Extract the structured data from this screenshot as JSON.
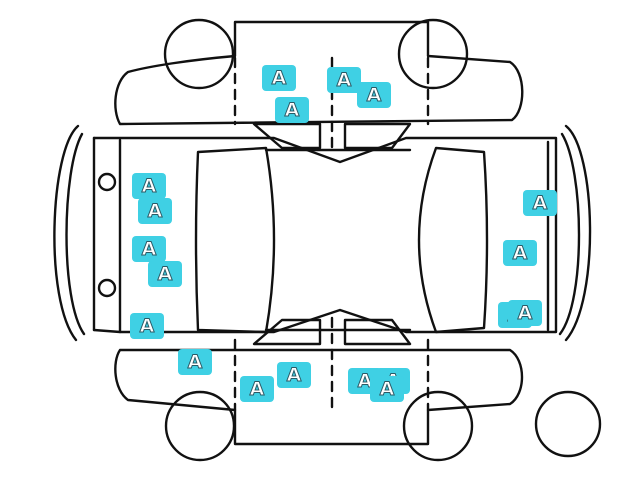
{
  "colors": {
    "outline": "#111111",
    "marker_fill": "#3fd0e4",
    "marker_text": "#ffffff",
    "background": "#ffffff"
  },
  "damage_markers": [
    {
      "code": "A",
      "side": "top"
    },
    {
      "code": "A",
      "side": "top"
    },
    {
      "code": "A",
      "side": "top"
    },
    {
      "code": "A",
      "side": "top"
    },
    {
      "code": "A",
      "side": "left"
    },
    {
      "code": "A",
      "side": "left"
    },
    {
      "code": "A",
      "side": "left"
    },
    {
      "code": "A",
      "side": "left"
    },
    {
      "code": "A",
      "side": "left"
    },
    {
      "code": "A",
      "side": "bottom"
    },
    {
      "code": "A",
      "side": "bottom"
    },
    {
      "code": "A",
      "side": "bottom"
    },
    {
      "code": "A",
      "side": "bottom"
    },
    {
      "code": "A",
      "side": "bottom"
    },
    {
      "code": "A",
      "side": "bottom"
    },
    {
      "code": "A",
      "side": "right"
    },
    {
      "code": "A",
      "side": "right"
    },
    {
      "code": "A",
      "side": "right"
    },
    {
      "code": "A",
      "side": "right"
    }
  ]
}
